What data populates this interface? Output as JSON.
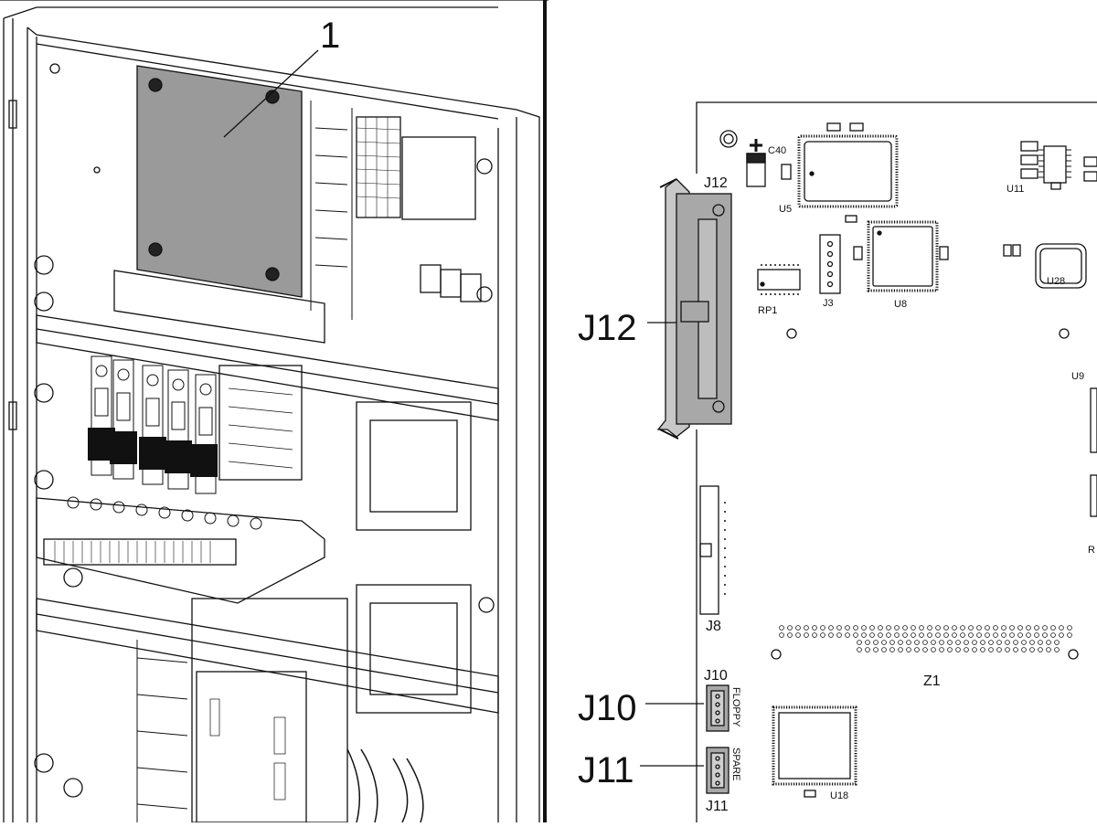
{
  "callouts": {
    "item_1": "1",
    "j12": "J12",
    "j10": "J10",
    "j11": "J11"
  },
  "board_labels": {
    "c40": "C40",
    "j12": "J12",
    "u5": "U5",
    "u11": "U11",
    "u28": "U28",
    "rp1": "RP1",
    "j3": "J3",
    "u8": "U8",
    "u9": "U9",
    "j8": "J8",
    "z1": "Z1",
    "j10": "J10",
    "floppy": "FLOPPY",
    "spare": "SPARE",
    "j11": "J11",
    "u18": "U18",
    "r_partial": "R"
  },
  "colors": {
    "line": "#111111",
    "panel_gray": "#9a9a9a",
    "connector_gray": "#a8a8a8",
    "header_gray": "#c8c8c8",
    "capacitor_band": "#222222"
  }
}
